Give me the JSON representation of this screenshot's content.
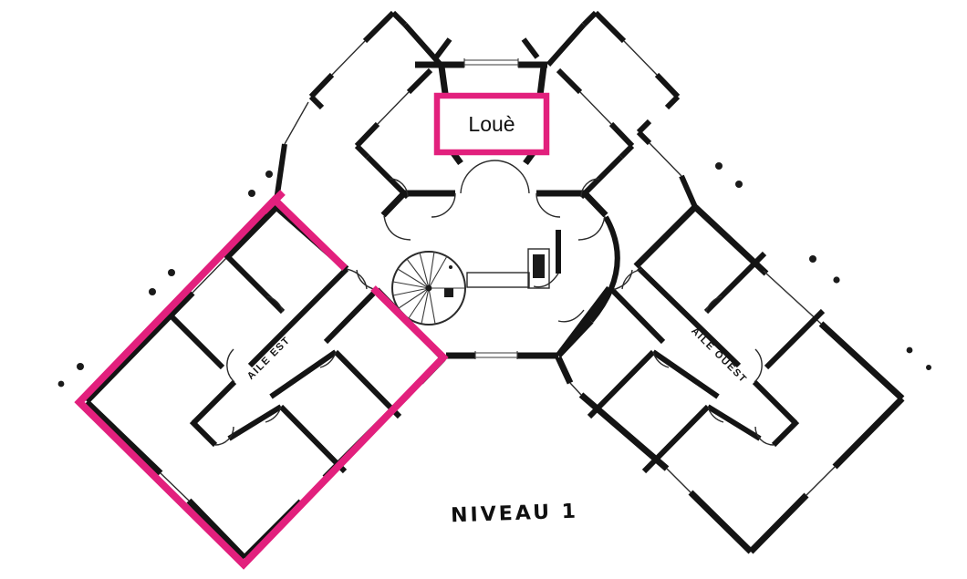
{
  "plan": {
    "title_label": "Louè",
    "level_label": "NIVEAU 1",
    "wings": {
      "east_label": "AILE EST",
      "west_label": "AILE OUEST"
    },
    "colors": {
      "highlight": "#e2207d",
      "walls": "#141414",
      "paper": "#ffffff"
    }
  }
}
